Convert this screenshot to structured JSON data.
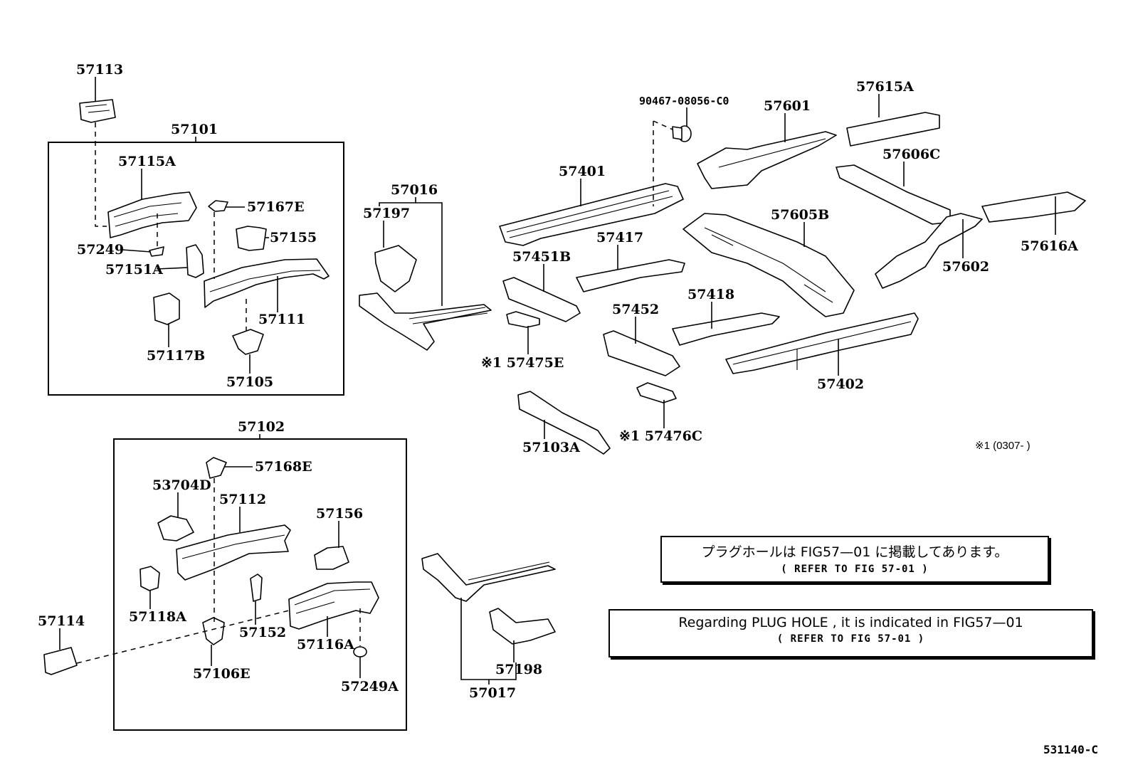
{
  "diagram": {
    "title": "Frame / Floor Side Member parts diagram",
    "figure_code": "531140-C",
    "footnote": "※1 (0307-      )",
    "groups": [
      {
        "id": "57101",
        "label": "57101",
        "members": [
          "57115A",
          "57167E",
          "57155",
          "57249",
          "57151A",
          "57111",
          "57117B",
          "57105"
        ]
      },
      {
        "id": "57102",
        "label": "57102",
        "members": [
          "57168E",
          "53704D",
          "57112",
          "57156",
          "57118A",
          "57152",
          "57116A",
          "57106E",
          "57249A"
        ]
      },
      {
        "id": "57016",
        "label": "57016",
        "members": [
          "57197"
        ]
      },
      {
        "id": "57017",
        "label": "57017",
        "members": [
          "57198"
        ]
      }
    ],
    "parts": [
      {
        "id": "57113",
        "label": "57113"
      },
      {
        "id": "57101",
        "label": "57101"
      },
      {
        "id": "57115A",
        "label": "57115A"
      },
      {
        "id": "57167E",
        "label": "57167E"
      },
      {
        "id": "57155",
        "label": "57155"
      },
      {
        "id": "57249",
        "label": "57249"
      },
      {
        "id": "57151A",
        "label": "57151A"
      },
      {
        "id": "57111",
        "label": "57111"
      },
      {
        "id": "57117B",
        "label": "57117B"
      },
      {
        "id": "57105",
        "label": "57105"
      },
      {
        "id": "57016",
        "label": "57016"
      },
      {
        "id": "57197",
        "label": "57197"
      },
      {
        "id": "57401",
        "label": "57401"
      },
      {
        "id": "90467-08056-C0",
        "label": "90467-08056-C0"
      },
      {
        "id": "57601",
        "label": "57601"
      },
      {
        "id": "57615A",
        "label": "57615A"
      },
      {
        "id": "57606C",
        "label": "57606C"
      },
      {
        "id": "57605B",
        "label": "57605B"
      },
      {
        "id": "57616A",
        "label": "57616A"
      },
      {
        "id": "57602",
        "label": "57602"
      },
      {
        "id": "57417",
        "label": "57417"
      },
      {
        "id": "57451B",
        "label": "57451B"
      },
      {
        "id": "57475E",
        "label": "※1 57475E"
      },
      {
        "id": "57418",
        "label": "57418"
      },
      {
        "id": "57452",
        "label": "57452"
      },
      {
        "id": "57402",
        "label": "57402"
      },
      {
        "id": "57476C",
        "label": "※1 57476C"
      },
      {
        "id": "57103A",
        "label": "57103A"
      },
      {
        "id": "57102",
        "label": "57102"
      },
      {
        "id": "57168E",
        "label": "57168E"
      },
      {
        "id": "53704D",
        "label": "53704D"
      },
      {
        "id": "57112",
        "label": "57112"
      },
      {
        "id": "57156",
        "label": "57156"
      },
      {
        "id": "57118A",
        "label": "57118A"
      },
      {
        "id": "57152",
        "label": "57152"
      },
      {
        "id": "57116A",
        "label": "57116A"
      },
      {
        "id": "57114",
        "label": "57114"
      },
      {
        "id": "57106E",
        "label": "57106E"
      },
      {
        "id": "57249A",
        "label": "57249A"
      },
      {
        "id": "57198",
        "label": "57198"
      },
      {
        "id": "57017",
        "label": "57017"
      }
    ],
    "notes": [
      {
        "line1": "プラグホールは FIG57—01 に掲載してあります。",
        "line2": "(     REFER TO FIG 57-01     )"
      },
      {
        "line1": "Regarding PLUG HOLE , it is indicated in FIG57—01",
        "line2": "(     REFER TO FIG 57-01     )"
      }
    ]
  }
}
